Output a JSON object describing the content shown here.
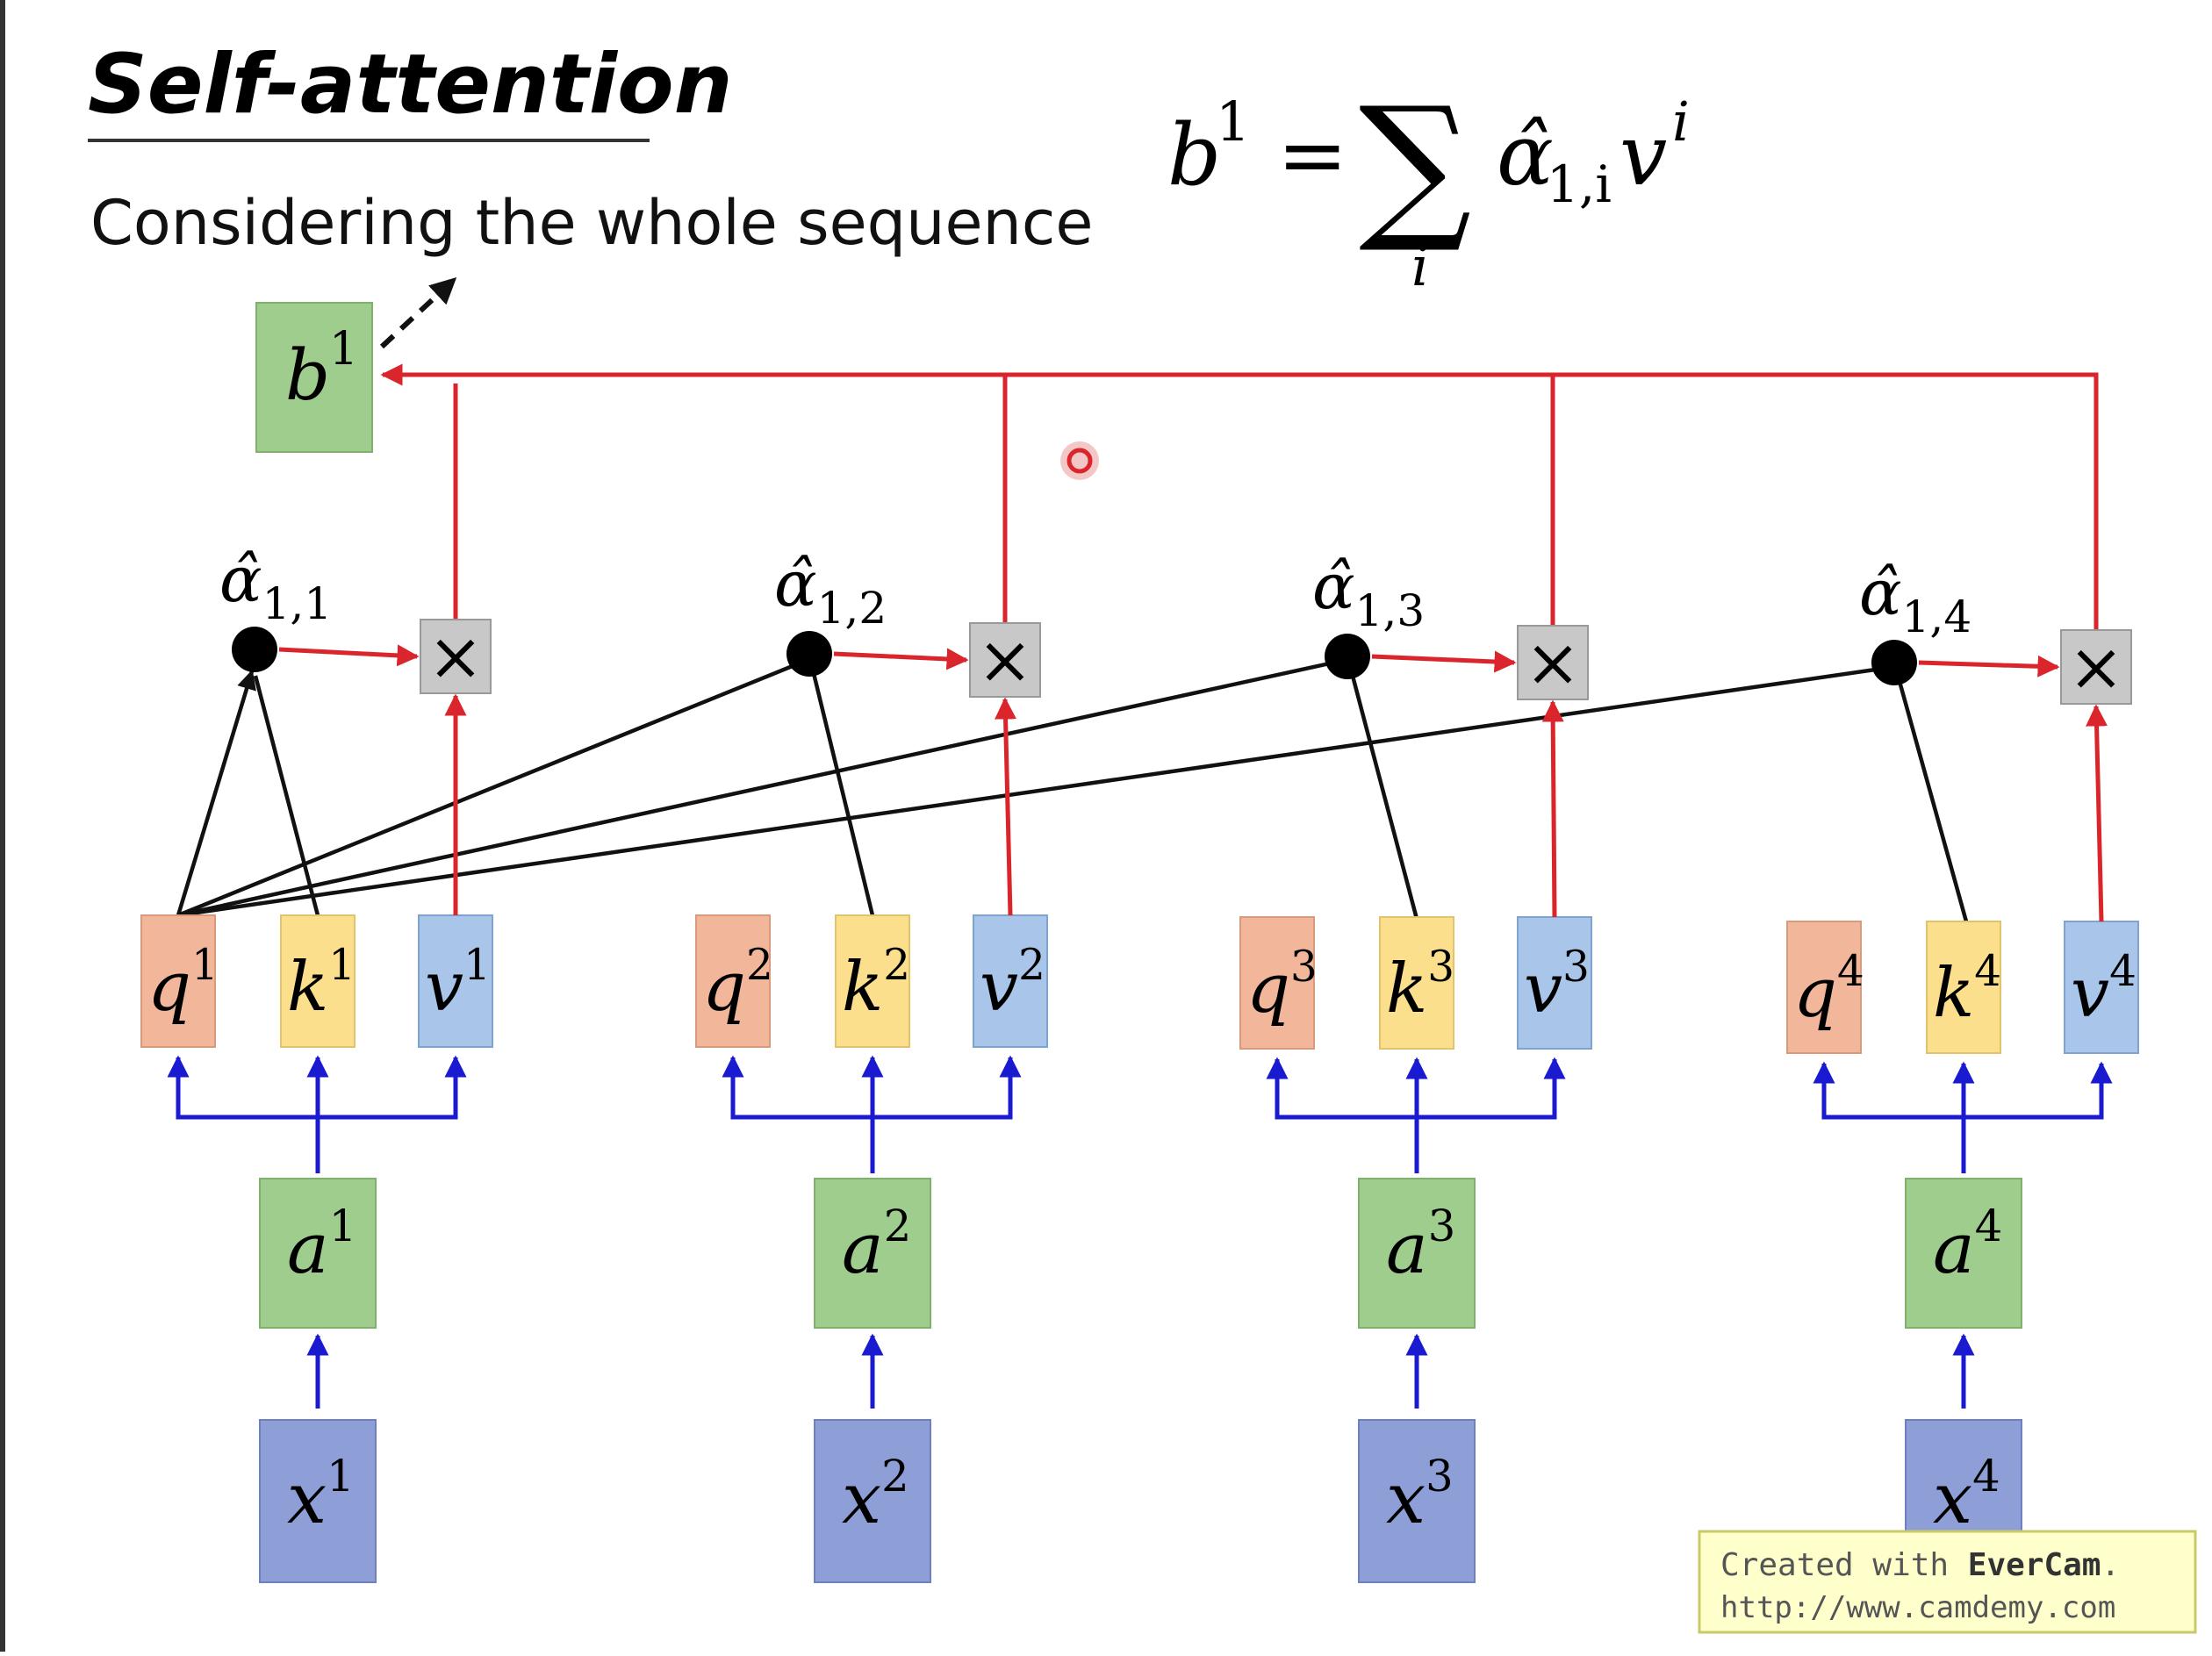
{
  "slide": {
    "title": "Self-attention",
    "subtitle": "Considering the whole sequence"
  },
  "formula": {
    "lhs_base": "b",
    "lhs_sup": "1",
    "equals": "=",
    "sum": "∑",
    "sum_index": "i",
    "alpha": "α̂",
    "alpha_sub": "1,i",
    "v": "v",
    "v_sup": "i"
  },
  "output": {
    "base": "b",
    "sup": "1"
  },
  "alphas": [
    {
      "base": "α̂",
      "sub": "1,1"
    },
    {
      "base": "α̂",
      "sub": "1,2"
    },
    {
      "base": "α̂",
      "sub": "1,3"
    },
    {
      "base": "α̂",
      "sub": "1,4"
    }
  ],
  "multiply_symbol": "×",
  "columns": [
    {
      "q": "q",
      "k": "k",
      "v": "v",
      "a": "a",
      "x": "x",
      "sup": "1"
    },
    {
      "q": "q",
      "k": "k",
      "v": "v",
      "a": "a",
      "x": "x",
      "sup": "2"
    },
    {
      "q": "q",
      "k": "k",
      "v": "v",
      "a": "a",
      "x": "x",
      "sup": "3"
    },
    {
      "q": "q",
      "k": "k",
      "v": "v",
      "a": "a",
      "x": "x",
      "sup": "4"
    }
  ],
  "watermark": {
    "line1_prefix": "Created with ",
    "line1_brand": "EverCam",
    "line1_suffix": ".",
    "line2": "http://www.camdemy.com"
  },
  "colors": {
    "q_fill": "#f2b69a",
    "k_fill": "#fbdf8c",
    "v_fill": "#a9c6ea",
    "a_fill": "#9fcd8e",
    "b_fill": "#9fcd8e",
    "x_fill": "#8e9fd8",
    "red_line": "#d9252b",
    "blue_line": "#1a1ad0",
    "black_line": "#111111",
    "mult_fill": "#c8c8c8",
    "watermark_bg": "#ffffcc",
    "watermark_border": "#c9c96a"
  }
}
